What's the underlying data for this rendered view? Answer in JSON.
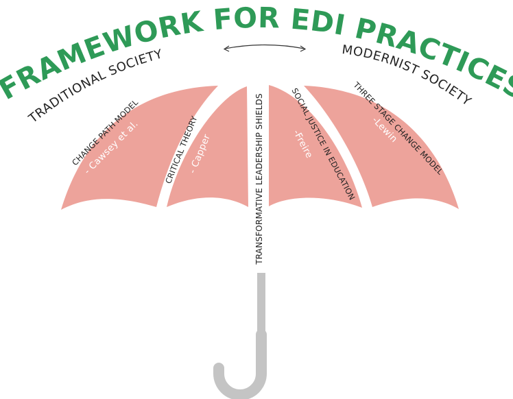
{
  "title": "FRAMEWORK FOR EDI PRACTICES",
  "spectrum": {
    "left_label": "TRADITIONAL SOCIETY",
    "right_label": "MODERNIST  SOCIETY"
  },
  "panels": [
    {
      "title": "CHANGE PATH MODEL",
      "author": "- Cawsey et al."
    },
    {
      "title": "CRITICAL THEORY",
      "author": "- Capper"
    },
    {
      "title": "SOCIAL JUSTICE IN EDUCATION",
      "author": "-Freire"
    },
    {
      "title": "THREE STAGE CHANGE MODEL",
      "author": "-Lewin"
    }
  ],
  "shaft_label": "TRANSFORMATIVE LEADERSHIP SHIELDS",
  "colors": {
    "title": "#2e9a57",
    "canopy": "#eda39b",
    "handle": "#c4c4c4",
    "text_dark": "#222222",
    "text_light": "#ffffff"
  }
}
